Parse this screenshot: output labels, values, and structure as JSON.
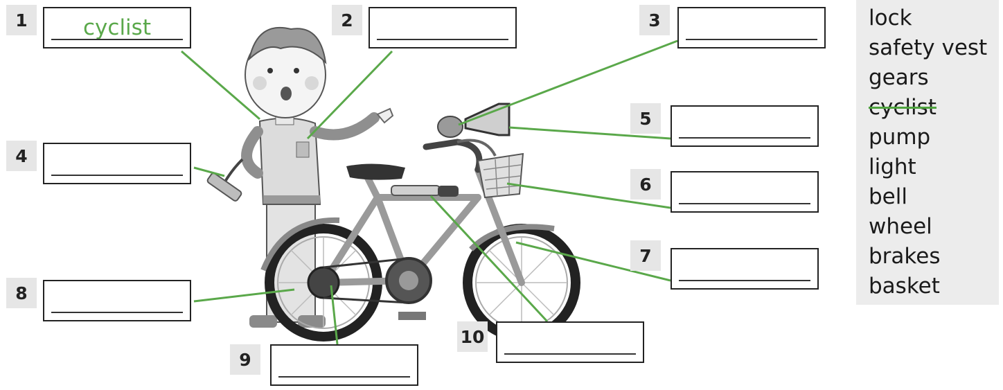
{
  "labels": [
    {
      "number": "1",
      "answer": "cyclist"
    },
    {
      "number": "2",
      "answer": ""
    },
    {
      "number": "3",
      "answer": ""
    },
    {
      "number": "4",
      "answer": ""
    },
    {
      "number": "5",
      "answer": ""
    },
    {
      "number": "6",
      "answer": ""
    },
    {
      "number": "7",
      "answer": ""
    },
    {
      "number": "8",
      "answer": ""
    },
    {
      "number": "9",
      "answer": ""
    },
    {
      "number": "10",
      "answer": ""
    }
  ],
  "word_bank": [
    {
      "word": "lock",
      "crossed_out": false
    },
    {
      "word": "safety vest",
      "crossed_out": false
    },
    {
      "word": "gears",
      "crossed_out": false
    },
    {
      "word": "cyclist",
      "crossed_out": true
    },
    {
      "word": "pump",
      "crossed_out": false
    },
    {
      "word": "light",
      "crossed_out": false
    },
    {
      "word": "bell",
      "crossed_out": false
    },
    {
      "word": "wheel",
      "crossed_out": false
    },
    {
      "word": "brakes",
      "crossed_out": false
    },
    {
      "word": "basket",
      "crossed_out": false
    }
  ],
  "colors": {
    "leader_line": "#5aa84a",
    "answer_text": "#5aa84a",
    "number_tag_bg": "#e6e6e6",
    "word_bank_bg": "#ececec"
  }
}
